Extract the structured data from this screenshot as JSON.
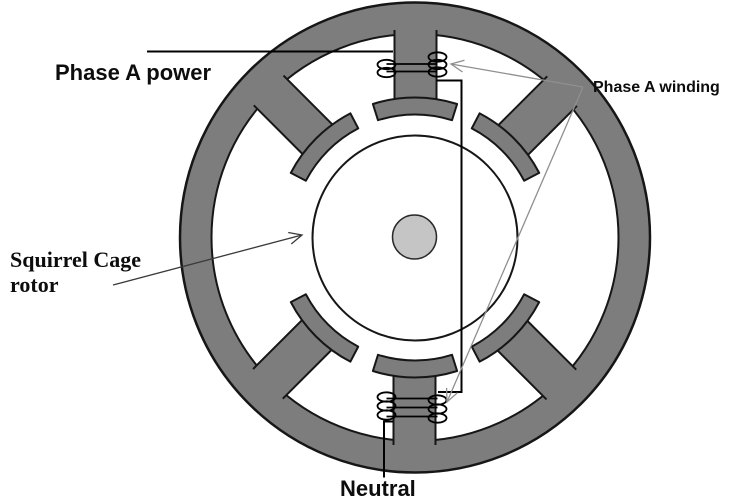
{
  "diagram": {
    "labels": {
      "phase_a_power": "Phase A power",
      "phase_a_winding": "Phase A winding",
      "squirrel_cage_line1": "Squirrel Cage",
      "squirrel_cage_line2": "rotor",
      "neutral": "Neutral"
    },
    "colors": {
      "stator": "#7d7d7d",
      "rotor_fill": "#ffffff",
      "shaft": "#c5c5c5",
      "outline": "#161616",
      "wire": "#000000",
      "annotation_arrow": "#8f8f8f",
      "background": "#ffffff"
    },
    "structure": {
      "pole_count": 6,
      "wound_poles": [
        "top",
        "bottom"
      ],
      "winding_turns_visible": 3
    }
  }
}
